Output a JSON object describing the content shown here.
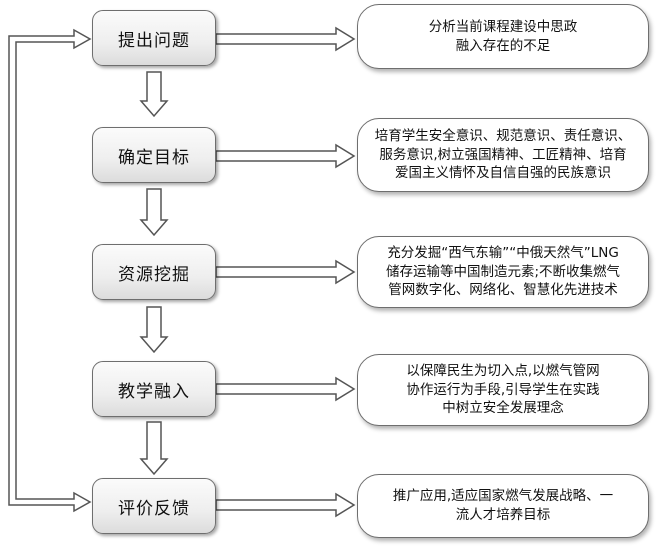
{
  "stages": [
    {
      "label": "提出问题",
      "description": "分析当前课程建设中思政\n融入存在的不足"
    },
    {
      "label": "确定目标",
      "description": "培育学生安全意识、规范意识、责任意识、\n服务意识,树立强国精神、工匠精神、培育\n爱国主义情怀及自信自强的民族意识"
    },
    {
      "label": "资源挖掘",
      "description": "充分发掘“西气东输”“中俄天然气”LNG\n储存运输等中国制造元素;不断收集燃气\n管网数字化、网络化、智慧化先进技术"
    },
    {
      "label": "教学融入",
      "description": "以保障民生为切入点,以燃气管网\n协作运行为手段,引导学生在实践\n中树立安全发展理念"
    },
    {
      "label": "评价反馈",
      "description": "推广应用,适应国家燃气发展战略、一\n流人才培养目标"
    }
  ]
}
